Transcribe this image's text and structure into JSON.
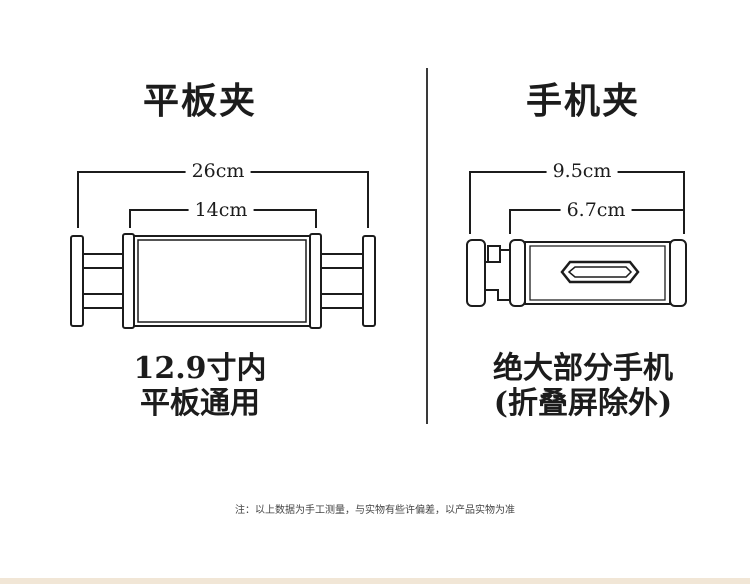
{
  "tablet": {
    "title": "平板夹",
    "outer_width": "26cm",
    "inner_width": "14cm",
    "caption_line1": "12.9寸内",
    "caption_line2": "平板通用"
  },
  "phone": {
    "title": "手机夹",
    "outer_width": "9.5cm",
    "inner_width": "6.7cm",
    "caption_line1": "绝大部分手机",
    "caption_line2": "(折叠屏除外)"
  },
  "footnote": "注：以上数据为手工测量，与实物有些许偏差，以产品实物为准"
}
